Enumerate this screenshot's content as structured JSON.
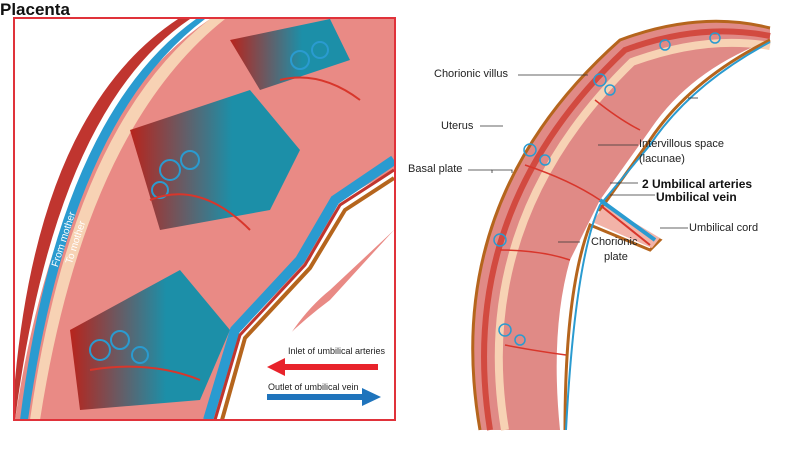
{
  "left_panel": {
    "flow_labels": {
      "from_mother": "From mother",
      "to_mother": "To mother"
    },
    "legend": {
      "inlet": {
        "label": "Inlet of umbilical arteries",
        "color": "#e8232b"
      },
      "outlet": {
        "label": "Outlet of umbilical vein",
        "color": "#1f74bc"
      }
    },
    "border_color": "#e0323a"
  },
  "right_panel": {
    "title": "Placenta",
    "labels": {
      "chorionic_villus": "Chorionic villus",
      "uterus": "Uterus",
      "basal_plate": "Basal plate",
      "intervillous_space": "Intervillous space",
      "lacunae": "(lacunae)",
      "umbilical_arteries": "2 Umbilical arteries",
      "umbilical_vein": "Umbilical vein",
      "umbilical_cord": "Umbilical cord",
      "chorionic_plate_1": "Chorionic",
      "chorionic_plate_2": "plate"
    }
  },
  "colors": {
    "tissue": "#e98a85",
    "villus": "#f4b9ae",
    "artery": "#d8362b",
    "vein": "#2a9bd0",
    "uterus": "#c0352f",
    "basal": "#f7d2b4"
  }
}
